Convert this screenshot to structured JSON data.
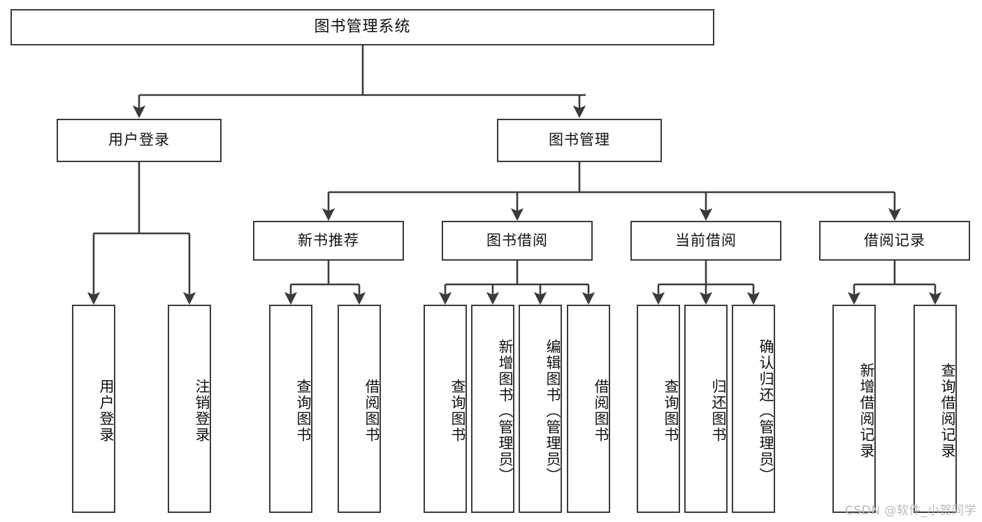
{
  "diagram": {
    "title": "图书管理系统",
    "watermark": "CSDN @软件_小贺同学",
    "stroke_color": "#3a3a3a",
    "background_color": "#ffffff",
    "text_color": "#111111",
    "level2": [
      {
        "label": "用户登录"
      },
      {
        "label": "图书管理"
      }
    ],
    "level3": [
      {
        "label": "新书推荐"
      },
      {
        "label": "图书借阅"
      },
      {
        "label": "当前借阅"
      },
      {
        "label": "借阅记录"
      }
    ],
    "leaves": [
      {
        "label": "用户登录",
        "parent": "用户登录"
      },
      {
        "label": "注销登录",
        "parent": "用户登录"
      },
      {
        "label": "查询图书",
        "parent": "新书推荐"
      },
      {
        "label": "借阅图书",
        "parent": "新书推荐"
      },
      {
        "label": "查询图书",
        "parent": "图书借阅"
      },
      {
        "label": "新增图书（管理员）",
        "parent": "图书借阅"
      },
      {
        "label": "编辑图书（管理员）",
        "parent": "图书借阅"
      },
      {
        "label": "借阅图书",
        "parent": "图书借阅"
      },
      {
        "label": "查询图书",
        "parent": "当前借阅"
      },
      {
        "label": "归还图书",
        "parent": "当前借阅"
      },
      {
        "label": "确认归还（管理员）",
        "parent": "当前借阅"
      },
      {
        "label": "新增借阅记录",
        "parent": "借阅记录"
      },
      {
        "label": "查询借阅记录",
        "parent": "借阅记录"
      }
    ]
  }
}
